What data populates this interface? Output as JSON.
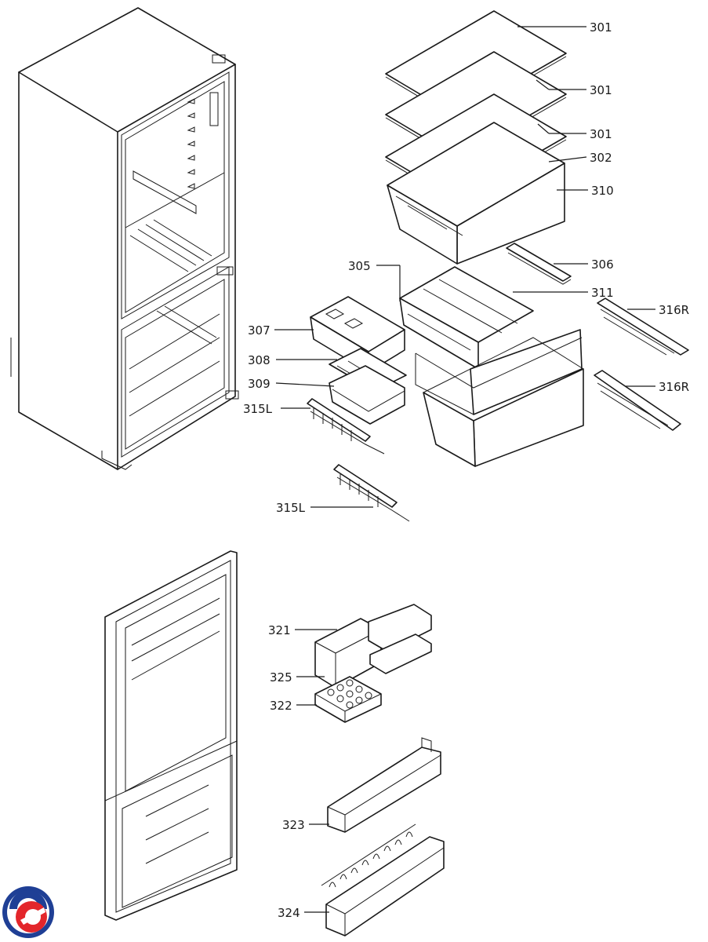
{
  "diagram": {
    "parts": [
      {
        "id": "shelf-1",
        "label": "301"
      },
      {
        "id": "shelf-2",
        "label": "301"
      },
      {
        "id": "shelf-3",
        "label": "301"
      },
      {
        "id": "shelf-cover",
        "label": "302"
      },
      {
        "id": "crisper-drawer",
        "label": "310"
      },
      {
        "id": "crisper-rail",
        "label": "306"
      },
      {
        "id": "freezer-insert",
        "label": "305"
      },
      {
        "id": "freezer-drawer-upper",
        "label": "311"
      },
      {
        "id": "slide-rail-right-upper",
        "label": "316R"
      },
      {
        "id": "slide-rail-right-lower",
        "label": "316R"
      },
      {
        "id": "ice-maker-frame",
        "label": "307"
      },
      {
        "id": "ice-tray",
        "label": "308"
      },
      {
        "id": "ice-bin",
        "label": "309"
      },
      {
        "id": "slide-rail-left-upper",
        "label": "315L"
      },
      {
        "id": "slide-rail-left-lower",
        "label": "315L"
      },
      {
        "id": "dairy-compartment",
        "label": "321"
      },
      {
        "id": "egg-tray-lid",
        "label": "325"
      },
      {
        "id": "egg-tray",
        "label": "322"
      },
      {
        "id": "door-bin",
        "label": "323"
      },
      {
        "id": "bottle-bin",
        "label": "324"
      }
    ]
  },
  "colors": {
    "line": "#1a1a1a",
    "logo_red": "#e3262b",
    "logo_blue": "#1f3f95"
  }
}
